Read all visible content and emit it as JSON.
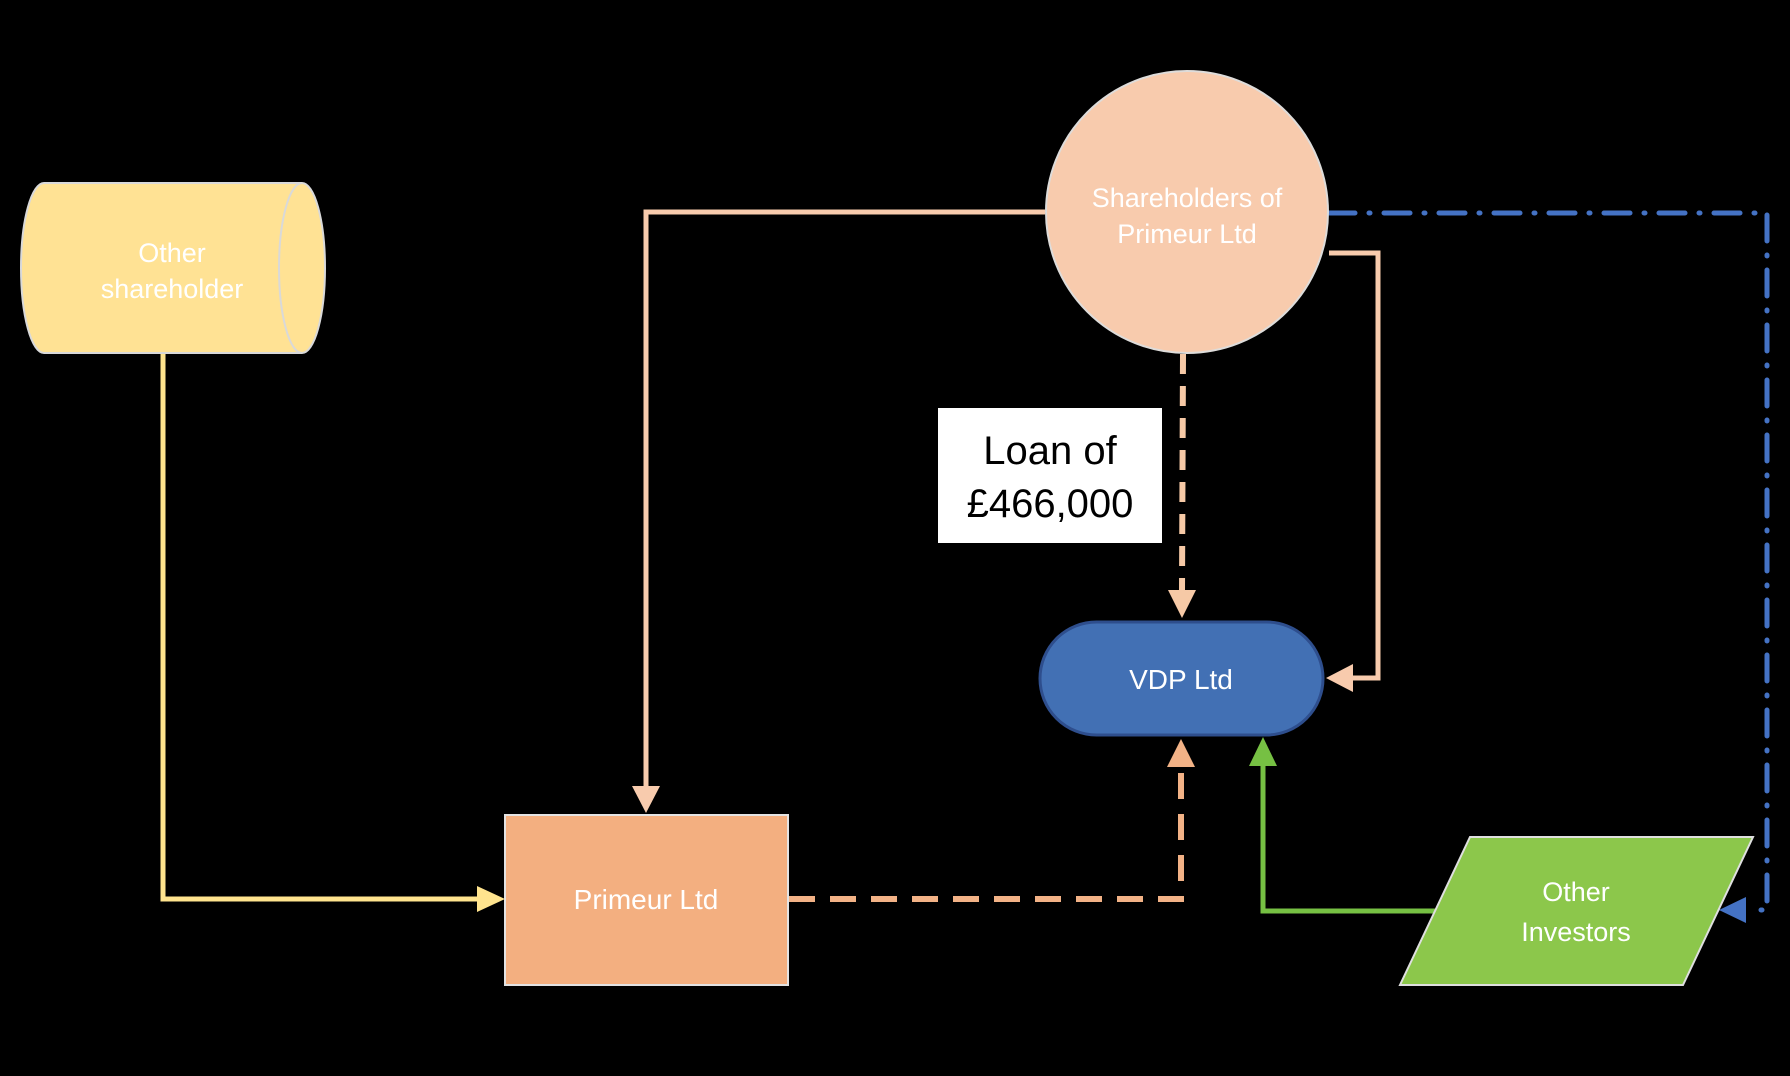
{
  "diagram": {
    "background": "#000000",
    "nodes": {
      "other_shareholder": {
        "shape": "cylinder",
        "line1": "Other",
        "line2": "shareholder",
        "fill": "#FFE294",
        "border": "#D9D9D9",
        "text_color": "#FFFFFF"
      },
      "shareholders_of_primeur": {
        "shape": "circle",
        "line1": "Shareholders of",
        "line2": "Primeur Ltd",
        "fill": "#F8CBAD",
        "border": "#DEDCDA",
        "text_color": "#FFFFFF"
      },
      "loan_note": {
        "shape": "rectangle",
        "line1": "Loan of",
        "line2": "£466,000",
        "fill": "#FFFFFF",
        "text_color": "#000000"
      },
      "vdp": {
        "shape": "stadium",
        "label": "VDP Ltd",
        "fill": "#4270B4",
        "border": "#2E4E8D",
        "text_color": "#FFFFFF"
      },
      "primeur": {
        "shape": "rectangle",
        "label": "Primeur Ltd",
        "fill": "#F3AF80",
        "border": "#E3E3E3",
        "text_color": "#FFFFFF"
      },
      "other_investors": {
        "shape": "parallelogram",
        "line1": "Other",
        "line2": "Investors",
        "fill": "#8CC74B",
        "border": "#DFDFDF",
        "text_color": "#FFFFFF"
      }
    },
    "edges": {
      "other_shareholder_to_primeur": {
        "color": "#FFE48E",
        "style": "solid",
        "arrow": "right"
      },
      "shareholders_to_primeur": {
        "color": "#F8CBAD",
        "style": "solid",
        "arrow": "down"
      },
      "shareholders_to_vdp_right": {
        "color": "#F8CBAD",
        "style": "solid",
        "arrow": "left"
      },
      "loan_to_vdp": {
        "color": "#F6C9A6",
        "style": "dashed",
        "arrow": "down"
      },
      "primeur_to_vdp": {
        "color": "#F2B286",
        "style": "dashed",
        "arrow": "up"
      },
      "investors_to_vdp": {
        "color": "#76C043",
        "style": "solid",
        "arrow": "up"
      },
      "shareholders_to_investors": {
        "color": "#4472C4",
        "style": "dash-dot",
        "arrow": "left"
      }
    }
  }
}
